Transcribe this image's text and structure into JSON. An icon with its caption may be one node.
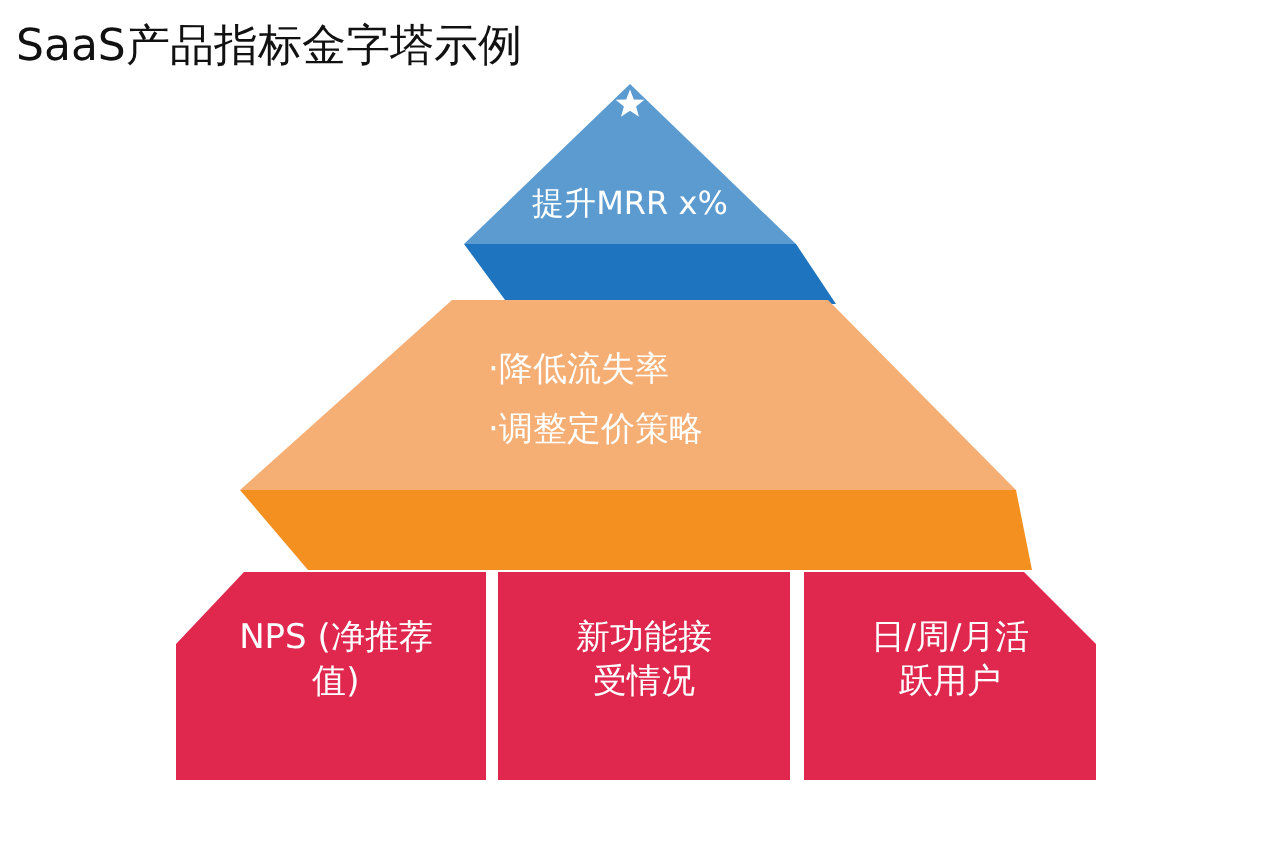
{
  "diagram": {
    "title": "SaaS产品指标金字塔示例",
    "nodes": [
      {
        "text": [
          "提升MRR x%"
        ]
      },
      {
        "text": [
          "·降低流失率",
          "·调整定价策略"
        ]
      },
      {
        "text": [
          "NPS (净推荐值)"
        ]
      },
      {
        "text": [
          "新功能接受情况"
        ]
      },
      {
        "text": [
          "日/周/月活跃用户"
        ]
      }
    ],
    "edges": []
  }
}
